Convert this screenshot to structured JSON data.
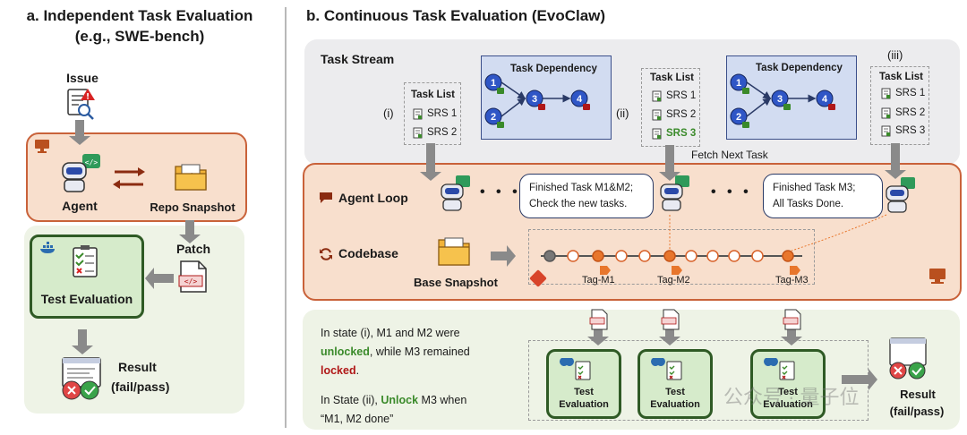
{
  "left": {
    "title_line1": "a. Independent Task Evaluation",
    "title_line2": "(e.g., SWE-bench)",
    "issue_label": "Issue",
    "agent_label": "Agent",
    "repo_label": "Repo Snapshot",
    "patch_label": "Patch",
    "test_label": "Test Evaluation",
    "result_label": "Result",
    "result_sub": "(fail/pass)"
  },
  "right": {
    "title": "b. Continuous Task Evaluation (EvoClaw)",
    "task_stream": "Task Stream",
    "marker_i": "(i)",
    "marker_ii": "(ii)",
    "marker_iii": "(iii)",
    "task_list_label": "Task List",
    "task_dependency_label": "Task Dependency",
    "list_i": [
      "SRS 1",
      "SRS 2"
    ],
    "list_ii": [
      "SRS 1",
      "SRS 2",
      "SRS 3"
    ],
    "list_iii": [
      "SRS 1",
      "SRS 2",
      "SRS 3"
    ],
    "fetch_next": "Fetch Next Task",
    "agent_loop": "Agent Loop",
    "codebase": "Codebase",
    "base_snapshot": "Base Snapshot",
    "bubble1_line1": "Finished Task M1&M2;",
    "bubble1_line2": "Check the new tasks.",
    "bubble2_line1": "Finished Task M3;",
    "bubble2_line2": "All Tasks Done.",
    "tags": [
      "Tag-M1",
      "Tag-M2",
      "Tag-M3"
    ],
    "node_labels": [
      "1",
      "2",
      "3",
      "4"
    ],
    "dots": "• • •",
    "state_text": {
      "p1_a": "In state (i), M1 and M2 were",
      "p1_b": "unlocked",
      "p1_c": ", while M3 remained",
      "p1_d": "locked",
      "p1_e": ".",
      "p2_a": "In State (ii), ",
      "p2_b": "Unlock",
      "p2_c": " M3 when",
      "p2_d": "“M1, M2 done”"
    },
    "test_line1": "Test",
    "test_line2": "Evaluation",
    "result_label": "Result",
    "result_sub": "(fail/pass)",
    "watermark": "公众号 · 量子位"
  },
  "colors": {
    "agent_panel_border": "#c9623a",
    "agent_panel_fill": "#f8dfcd",
    "test_border": "#2f5a25",
    "unlocked": "#3a8a2a",
    "locked": "#b01818",
    "tag_orange": "#e8762c",
    "node_blue": "#2f56c6"
  }
}
